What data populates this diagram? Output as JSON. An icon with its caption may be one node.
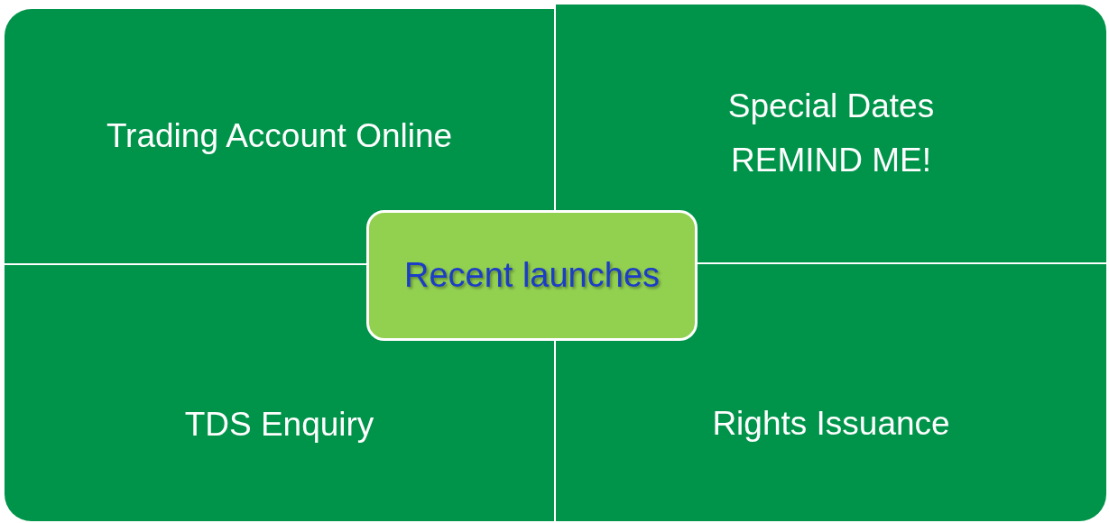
{
  "diagram": {
    "nodes": [
      {
        "text": [
          "Trading Account Online"
        ]
      },
      {
        "text": [
          "Special Dates",
          "REMIND ME!"
        ]
      },
      {
        "text": [
          "TDS Enquiry"
        ]
      },
      {
        "text": [
          "Rights Issuance"
        ]
      },
      {
        "text": [
          "Recent launches"
        ]
      }
    ]
  }
}
